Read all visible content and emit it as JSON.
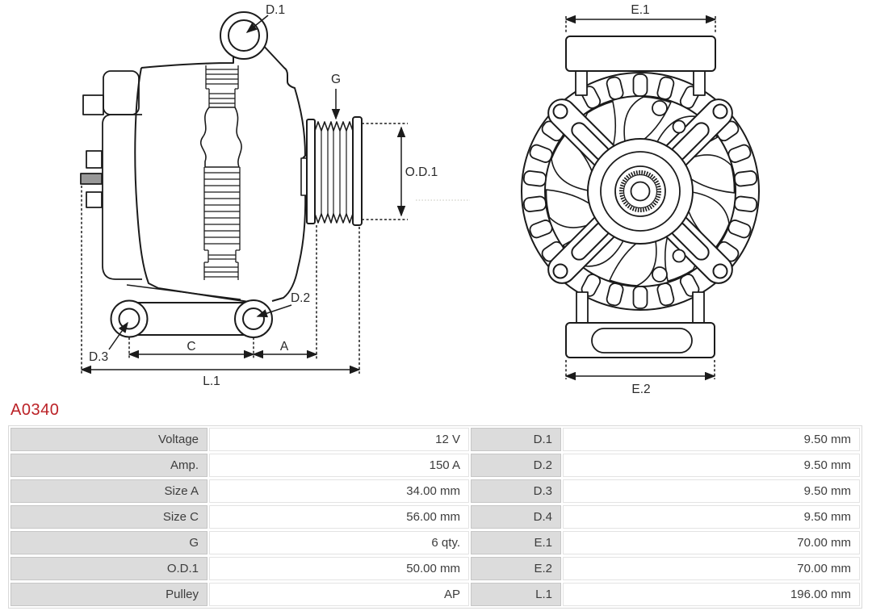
{
  "part_header": {
    "code": "A0340",
    "color": "#bb2126"
  },
  "diagram_labels": {
    "d1": "D.1",
    "g": "G",
    "od1": "O.D.1",
    "d2": "D.2",
    "d3": "D.3",
    "c": "C",
    "a": "A",
    "l1": "L.1",
    "e1": "E.1",
    "e2": "E.2"
  },
  "line_color": "#1b1b1b",
  "spec_table": {
    "rows": [
      {
        "label1": "Voltage",
        "value1": "12 V",
        "label2": "D.1",
        "value2": "9.50 mm"
      },
      {
        "label1": "Amp.",
        "value1": "150 A",
        "label2": "D.2",
        "value2": "9.50 mm"
      },
      {
        "label1": "Size A",
        "value1": "34.00 mm",
        "label2": "D.3",
        "value2": "9.50 mm"
      },
      {
        "label1": "Size C",
        "value1": "56.00 mm",
        "label2": "D.4",
        "value2": "9.50 mm"
      },
      {
        "label1": "G",
        "value1": "6 qty.",
        "label2": "E.1",
        "value2": "70.00 mm"
      },
      {
        "label1": "O.D.1",
        "value1": "50.00 mm",
        "label2": "E.2",
        "value2": "70.00 mm"
      },
      {
        "label1": "Pulley",
        "value1": "AP",
        "label2": "L.1",
        "value2": "196.00 mm"
      }
    ]
  }
}
